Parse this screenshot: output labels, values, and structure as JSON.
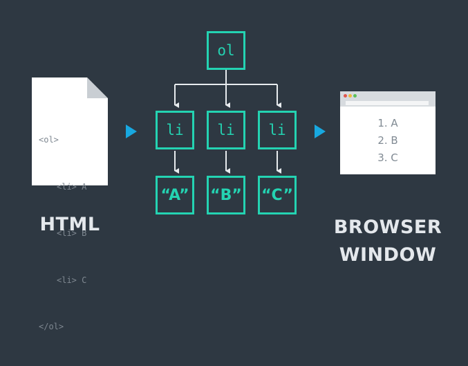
{
  "html_doc": {
    "label": "HTML",
    "code_lines": [
      "<ol>",
      "<li> A",
      "<li> B",
      "<li> C",
      "</ol>"
    ]
  },
  "tree": {
    "root": "ol",
    "children": [
      "li",
      "li",
      "li"
    ],
    "leaves": [
      "“A”",
      "“B”",
      "“C”"
    ],
    "accent_color": "#24d3b2",
    "line_color": "#e8ecef"
  },
  "arrow_color": "#18a8e0",
  "browser": {
    "label_line1": "BROWSER",
    "label_line2": "WINDOW",
    "list_items": [
      "1. A",
      "2. B",
      "3. C"
    ],
    "dot_colors": [
      "#e0574f",
      "#f0b93b",
      "#5cc15a"
    ]
  },
  "background": "#2e3842"
}
